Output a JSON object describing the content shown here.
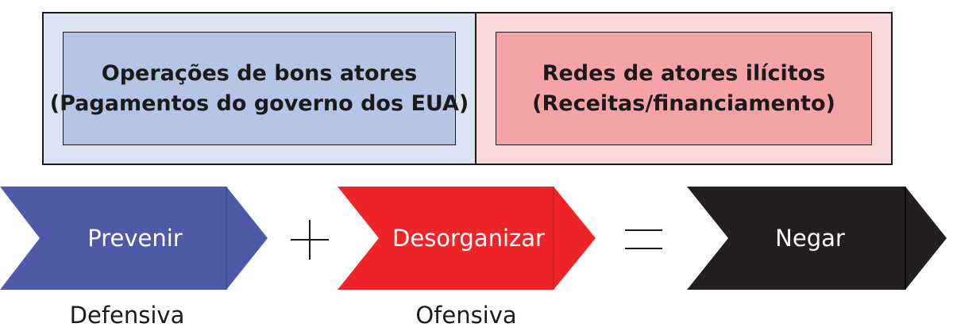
{
  "top": {
    "left": {
      "line1": "Operações de bons atores",
      "line2": "(Pagamentos do governo dos EUA)"
    },
    "right": {
      "line1": "Redes de atores ilícitos",
      "line2": "(Receitas/financiamento)"
    }
  },
  "flow": {
    "step1": {
      "label": "Prevenir",
      "sublabel": "Defensiva",
      "color": "#4e5aa8"
    },
    "operator1": "plus",
    "step2": {
      "label": "Desorganizar",
      "sublabel": "Ofensiva",
      "color": "#ee2428"
    },
    "operator2": "equals",
    "step3": {
      "label": "Negar",
      "color": "#231f20"
    }
  },
  "colors": {
    "left_outer": "#dbe4f4",
    "left_inner": "#b4c5e6",
    "right_outer": "#fcd9d9",
    "right_inner": "#f5a3a6"
  }
}
